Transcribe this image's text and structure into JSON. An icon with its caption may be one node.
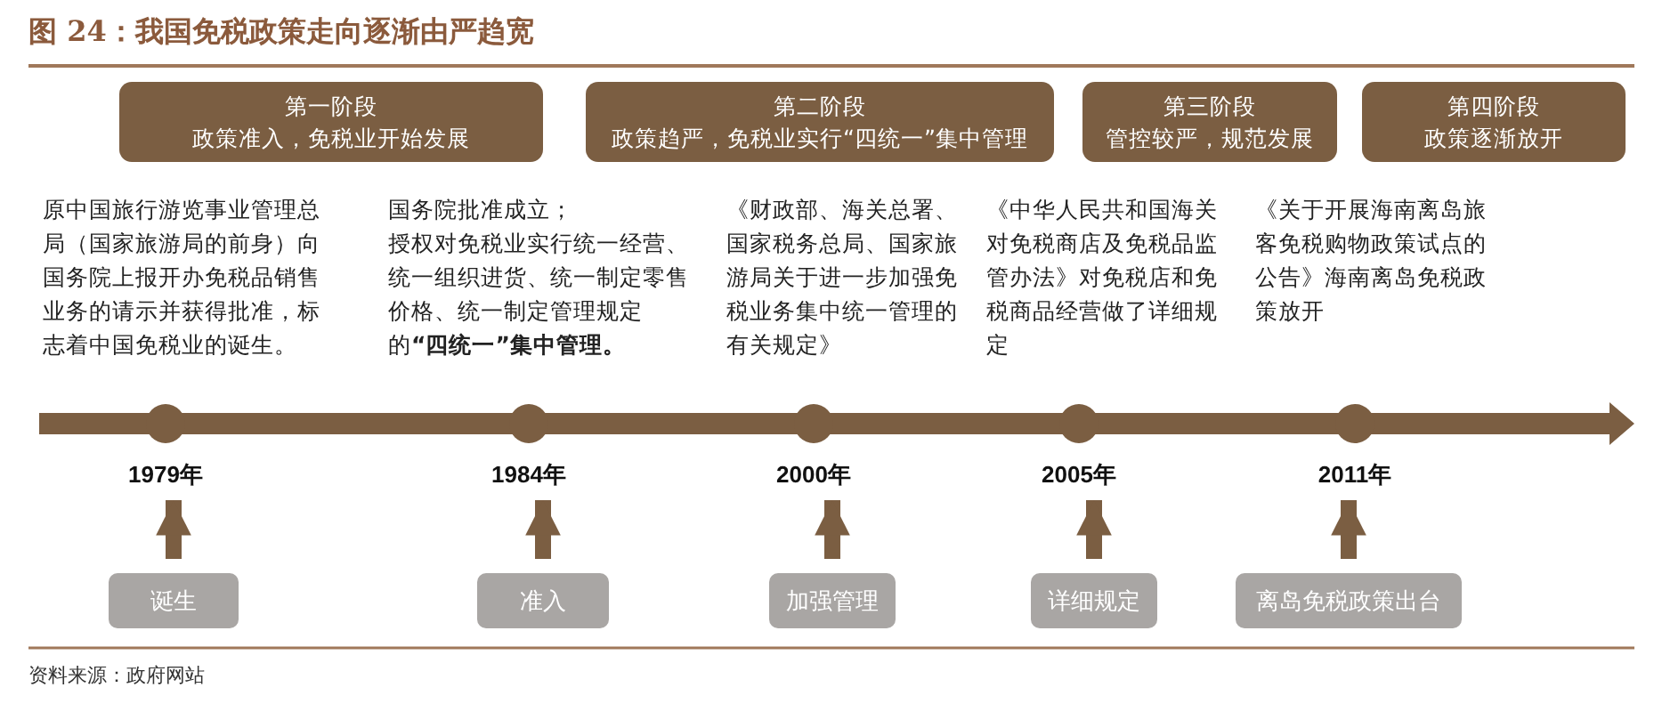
{
  "diagram": {
    "title": "图 24：我国免税政策走向逐渐由严趋宽",
    "caption": "资料来源：政府网站",
    "nodes": [
      {
        "text": [
          "第一阶段",
          "政策准入，免税业开始发展"
        ]
      },
      {
        "text": [
          "第二阶段",
          "政策趋严，免税业实行“四统一”集中管理"
        ]
      },
      {
        "text": [
          "第三阶段",
          "管控较严，规范发展"
        ]
      },
      {
        "text": [
          "第四阶段",
          "政策逐渐放开"
        ]
      },
      {
        "text": [
          "诞生"
        ]
      },
      {
        "text": [
          "准入"
        ]
      },
      {
        "text": [
          "加强管理"
        ]
      },
      {
        "text": [
          "详细规定"
        ]
      },
      {
        "text": [
          "离岛免税政策出台"
        ]
      },
      {
        "text": [
          "1979年"
        ]
      },
      {
        "text": [
          "1984年"
        ]
      },
      {
        "text": [
          "2000年"
        ]
      },
      {
        "text": [
          "2005年"
        ]
      },
      {
        "text": [
          "2011年"
        ]
      }
    ],
    "edges": [
      {
        "from": 4,
        "to": 9,
        "arrow": "to"
      },
      {
        "from": 5,
        "to": 10,
        "arrow": "to"
      },
      {
        "from": 6,
        "to": 11,
        "arrow": "to"
      },
      {
        "from": 7,
        "to": 12,
        "arrow": "to"
      },
      {
        "from": 8,
        "to": 13,
        "arrow": "to"
      }
    ],
    "labels": [
      "原中国旅行游览事业管理总局（国家旅游局的前身）向国务院上报开办免税品销售业务的请示并获得批准，标志着中国免税业的诞生。",
      "国务院批准成立；",
      "授权对免税业实行统一经营、统一组织进货、统一制定零售价格、统一制定管理规定的**“四统一”集中管理。**",
      "《财政部、海关总署、国家税务总局、国家旅游局关于进一步加强免税业务集中统一管理的有关规定》",
      "《中华人民共和国海关对免税商店及免税品监管办法》对免税店和免税商品经营做了详细规定",
      "《关于开展海南离岛旅客免税购物政策试点的公告》海南离岛免税政策放开"
    ]
  }
}
